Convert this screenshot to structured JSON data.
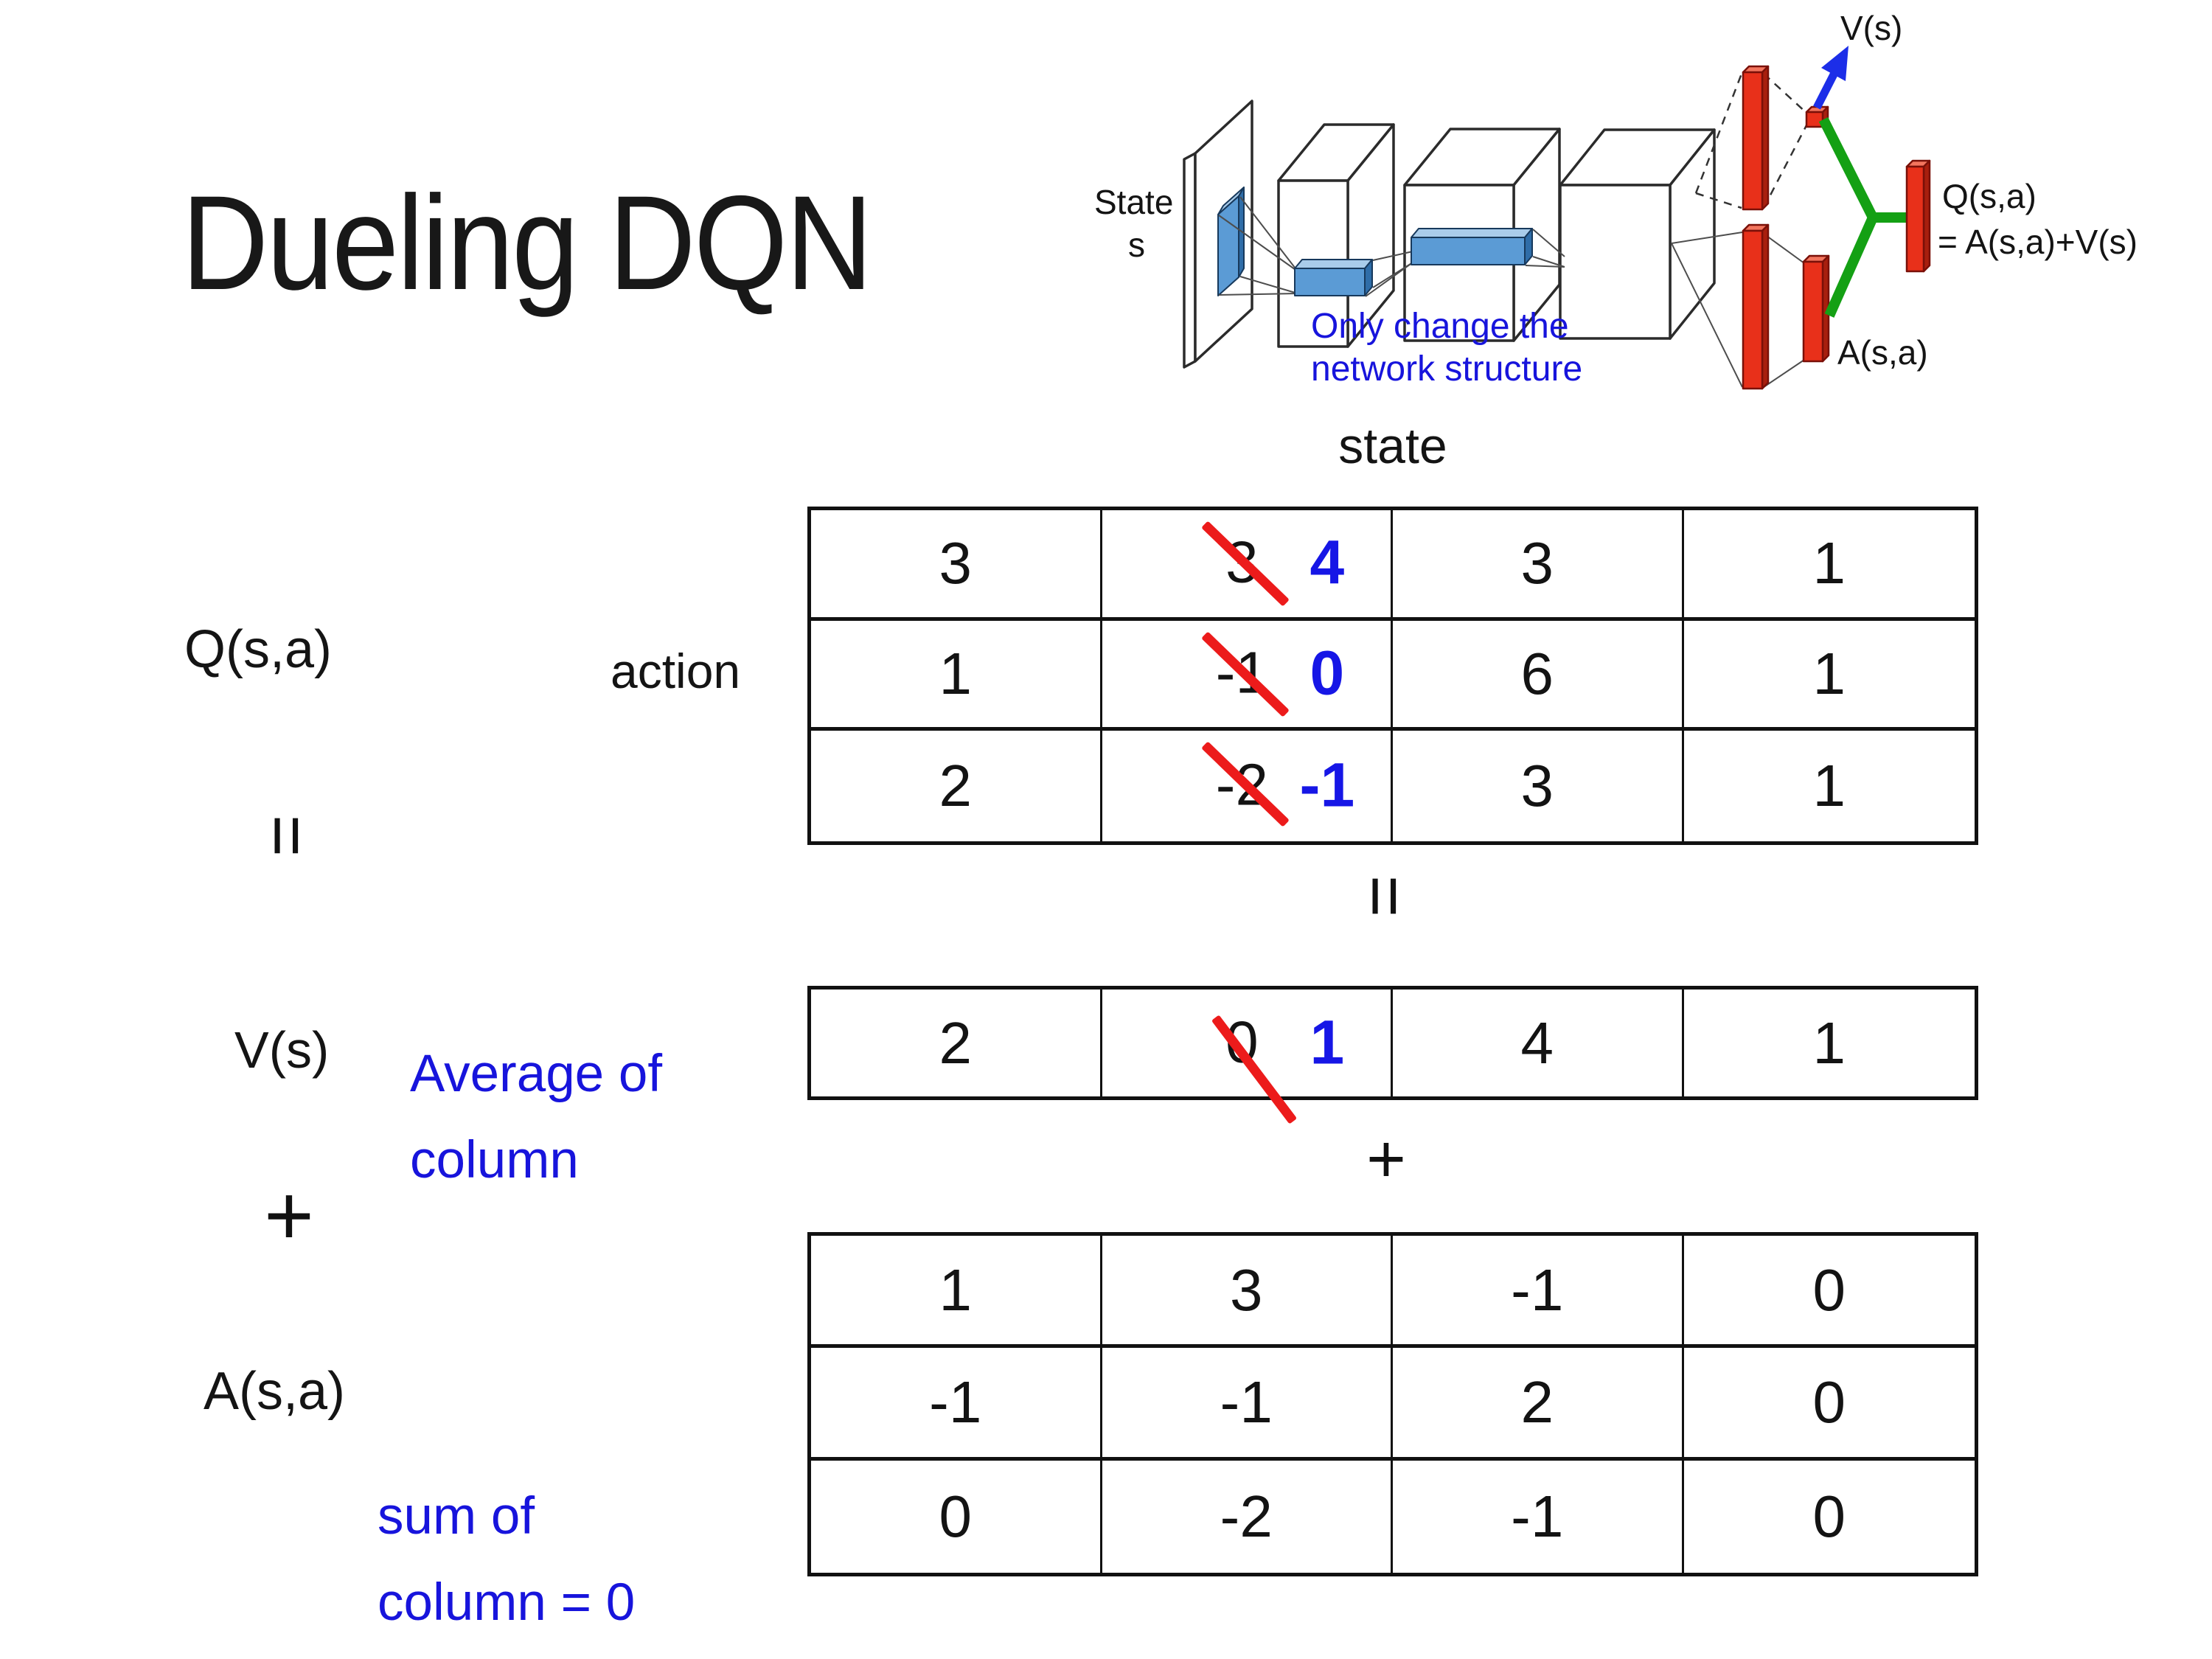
{
  "title": "Dueling DQN",
  "diagram": {
    "state_line1": "State",
    "state_line2": "s",
    "note_line1": "Only change the",
    "note_line2": "network structure",
    "v_out_label": "V(s)",
    "q_out_line1": "Q(s,a)",
    "q_out_line2": "= A(s,a)+V(s)",
    "a_out_label": "A(s,a)"
  },
  "equation": {
    "q_label": "Q(s,a)",
    "eq_left": "=",
    "v_label": "V(s)",
    "plus_left": "+",
    "a_label": "A(s,a)",
    "eq_mid": "=",
    "plus_mid": "+",
    "state_label": "state",
    "action_label": "action",
    "avg_note_line1": "Average of",
    "avg_note_line2": "column",
    "sum_note_line1": "sum of",
    "sum_note_line2": "column = 0"
  },
  "q_table": {
    "rows": [
      {
        "cells": [
          {
            "v": "3"
          },
          {
            "old": "3",
            "new": "4"
          },
          {
            "v": "3"
          },
          {
            "v": "1"
          }
        ]
      },
      {
        "cells": [
          {
            "v": "1"
          },
          {
            "old": "-1",
            "new": "0"
          },
          {
            "v": "6"
          },
          {
            "v": "1"
          }
        ]
      },
      {
        "cells": [
          {
            "v": "2"
          },
          {
            "old": "-2",
            "new": "-1"
          },
          {
            "v": "3"
          },
          {
            "v": "1"
          }
        ]
      }
    ]
  },
  "v_table": {
    "cells": [
      {
        "v": "2"
      },
      {
        "old": "0",
        "new": "1"
      },
      {
        "v": "4"
      },
      {
        "v": "1"
      }
    ]
  },
  "a_table": {
    "rows": [
      [
        "1",
        "3",
        "-1",
        "0"
      ],
      [
        "-1",
        "-1",
        "2",
        "0"
      ],
      [
        "0",
        "-2",
        "-1",
        "0"
      ]
    ]
  },
  "colors": {
    "annotation_blue": "#1714dc",
    "value_blue": "#1616e6",
    "strike_red": "#ec1b1b",
    "bar_red": "#e8301a",
    "link_green": "#14a014",
    "arrow_blue": "#1c2ee8",
    "layer_blue": "#5b9bd5"
  }
}
